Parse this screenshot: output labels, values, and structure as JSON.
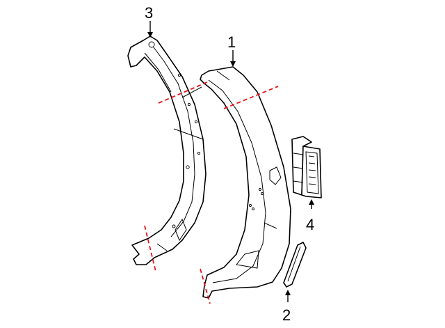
{
  "diagram": {
    "callouts": [
      {
        "id": "1",
        "label": "1"
      },
      {
        "id": "2",
        "label": "2"
      },
      {
        "id": "3",
        "label": "3"
      },
      {
        "id": "4",
        "label": "4"
      }
    ],
    "colors": {
      "line": "#000000",
      "cut_line": "#e8141b",
      "background": "#ffffff"
    }
  }
}
